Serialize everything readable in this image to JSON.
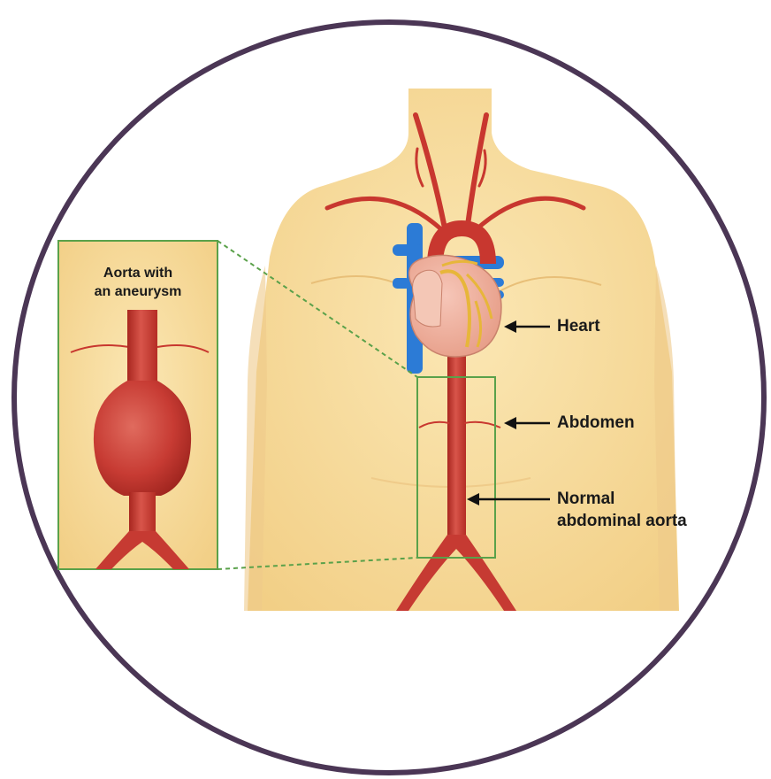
{
  "inset": {
    "title_line1": "Aorta with",
    "title_line2": "an aneurysm"
  },
  "labels": {
    "heart": "Heart",
    "abdomen": "Abdomen",
    "normal_line1": "Normal",
    "normal_line2": "abdominal aorta"
  },
  "colors": {
    "frame": "#4b3655",
    "skin": "#f7dc9c",
    "artery": "#cc3a35",
    "vein": "#2c7bd6",
    "inset_border": "#5aa14a"
  }
}
